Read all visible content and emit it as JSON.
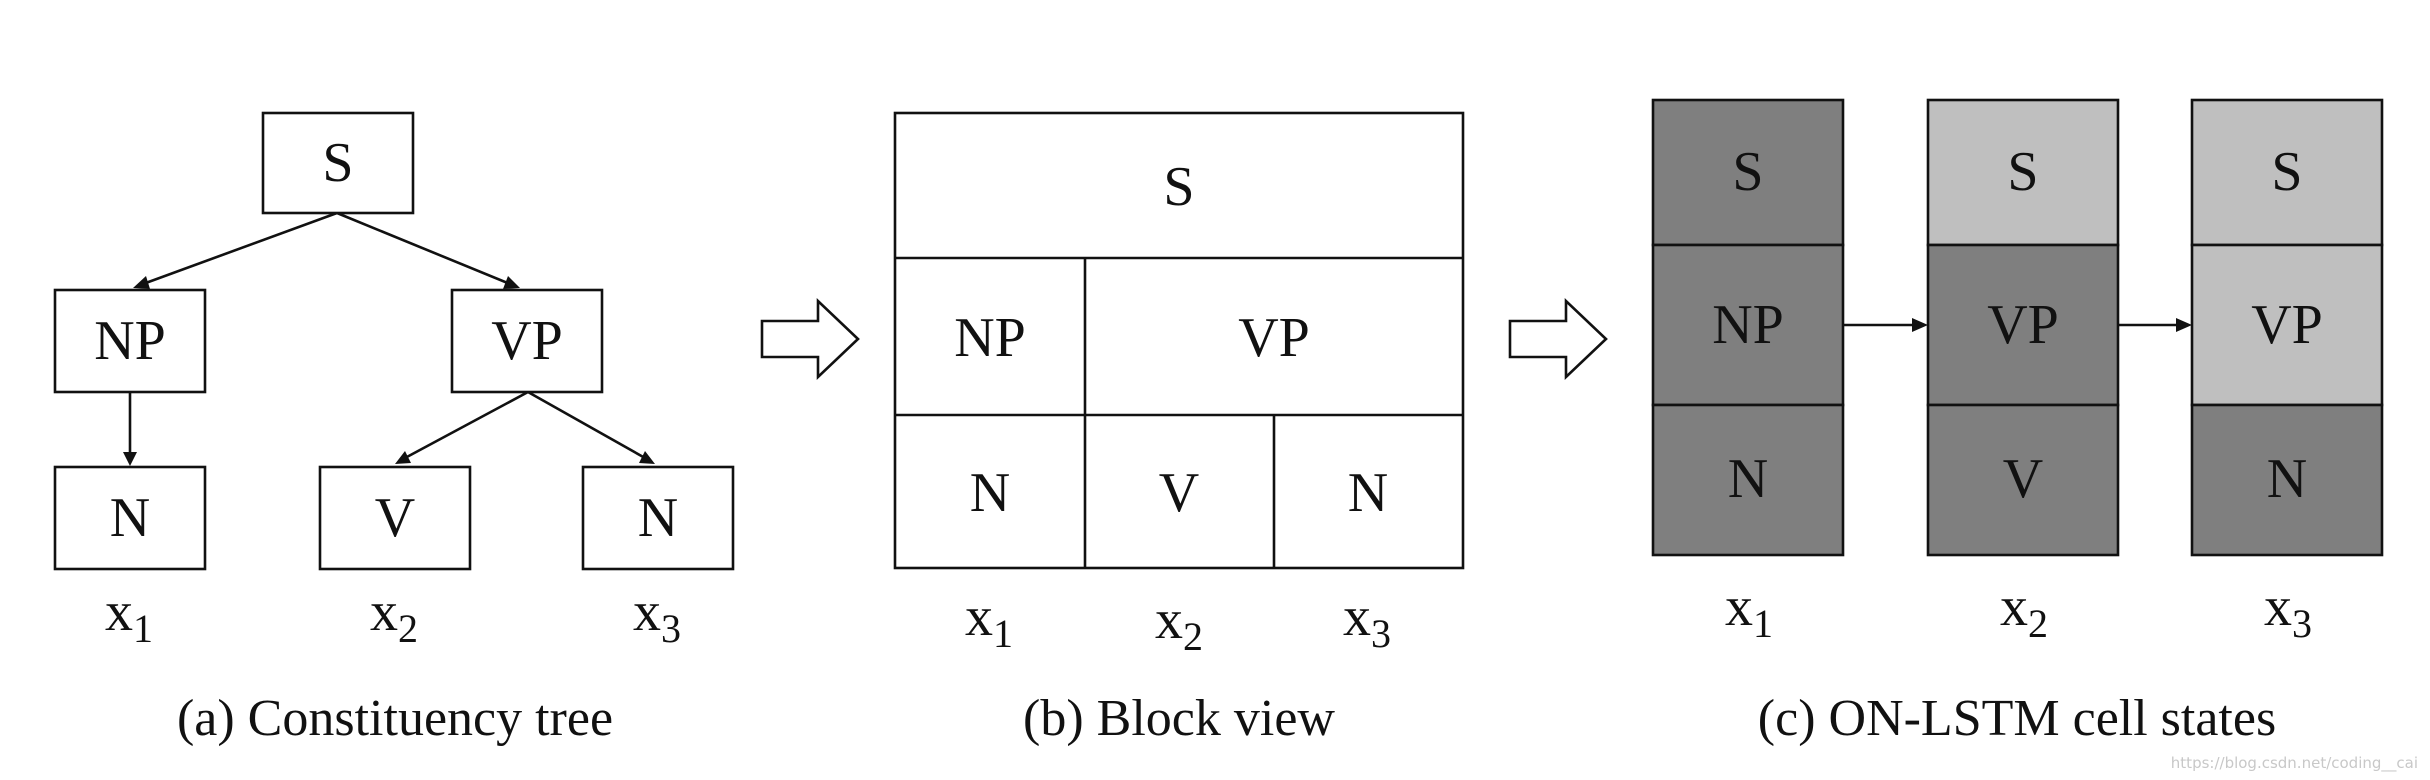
{
  "panel_a": {
    "caption": "(a) Constituency tree",
    "nodes": {
      "root": "S",
      "np": "NP",
      "vp": "VP",
      "n1": "N",
      "v": "V",
      "n3": "N"
    },
    "tokens": [
      {
        "base": "x",
        "sub": "1"
      },
      {
        "base": "x",
        "sub": "2"
      },
      {
        "base": "x",
        "sub": "3"
      }
    ]
  },
  "panel_b": {
    "caption": "(b) Block view",
    "rows": {
      "top": "S",
      "middle": [
        "NP",
        "VP"
      ],
      "bottom": [
        "N",
        "V",
        "N"
      ]
    },
    "tokens": [
      {
        "base": "x",
        "sub": "1"
      },
      {
        "base": "x",
        "sub": "2"
      },
      {
        "base": "x",
        "sub": "3"
      }
    ]
  },
  "panel_c": {
    "caption": "(c) ON-LSTM cell states",
    "columns": [
      {
        "cells": [
          {
            "label": "S",
            "shade": "dark"
          },
          {
            "label": "NP",
            "shade": "dark"
          },
          {
            "label": "N",
            "shade": "dark"
          }
        ]
      },
      {
        "cells": [
          {
            "label": "S",
            "shade": "light"
          },
          {
            "label": "VP",
            "shade": "dark"
          },
          {
            "label": "V",
            "shade": "dark"
          }
        ]
      },
      {
        "cells": [
          {
            "label": "S",
            "shade": "light"
          },
          {
            "label": "VP",
            "shade": "light"
          },
          {
            "label": "N",
            "shade": "dark"
          }
        ]
      }
    ],
    "tokens": [
      {
        "base": "x",
        "sub": "1"
      },
      {
        "base": "x",
        "sub": "2"
      },
      {
        "base": "x",
        "sub": "3"
      }
    ]
  },
  "colors": {
    "dark_cell": "#7f7f7f",
    "light_cell": "#bfbfbf",
    "line": "#111111"
  },
  "watermark": "https://blog.csdn.net/coding__cai"
}
